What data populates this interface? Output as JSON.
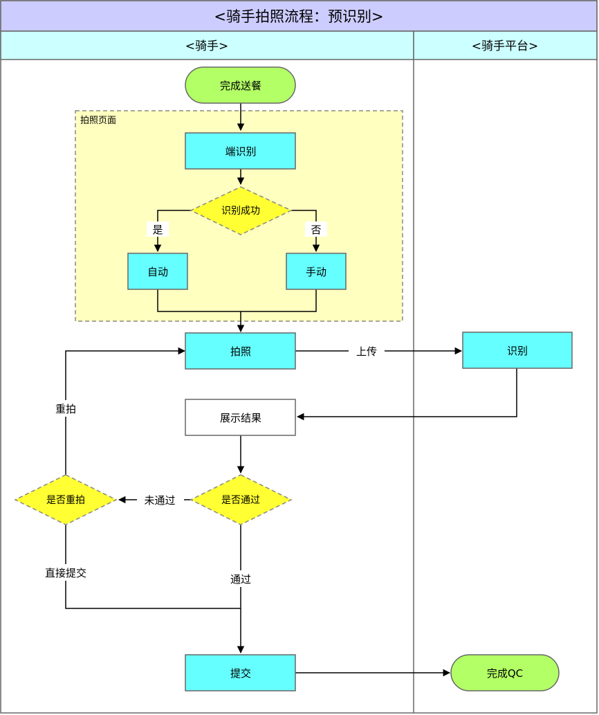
{
  "title": "<骑手拍照流程：预识别>",
  "lanes": {
    "rider": "<骑手>",
    "platform": "<骑手平台>"
  },
  "group": {
    "photo_page": "拍照页面"
  },
  "nodes": {
    "finish_delivery": "完成送餐",
    "client_recognition": "端识别",
    "recognition_success": "识别成功",
    "auto": "自动",
    "manual": "手动",
    "take_photo": "拍照",
    "platform_recognition": "识别",
    "show_result": "展示结果",
    "passed_check": "是否通过",
    "retake_check": "是否重拍",
    "submit": "提交",
    "finish_qc": "完成QC"
  },
  "edges": {
    "yes": "是",
    "no": "否",
    "upload": "上传",
    "retake": "重拍",
    "not_passed": "未通过",
    "direct_submit": "直接提交",
    "passed": "通过"
  },
  "colors": {
    "header_fill": "#ccccff",
    "lane_header_fill": "#ccffff",
    "group_fill": "#ffffc0",
    "process_fill": "#66ffff",
    "decision_fill": "#ffff33",
    "terminal_fill": "#b3ff66",
    "border": "#666666"
  }
}
